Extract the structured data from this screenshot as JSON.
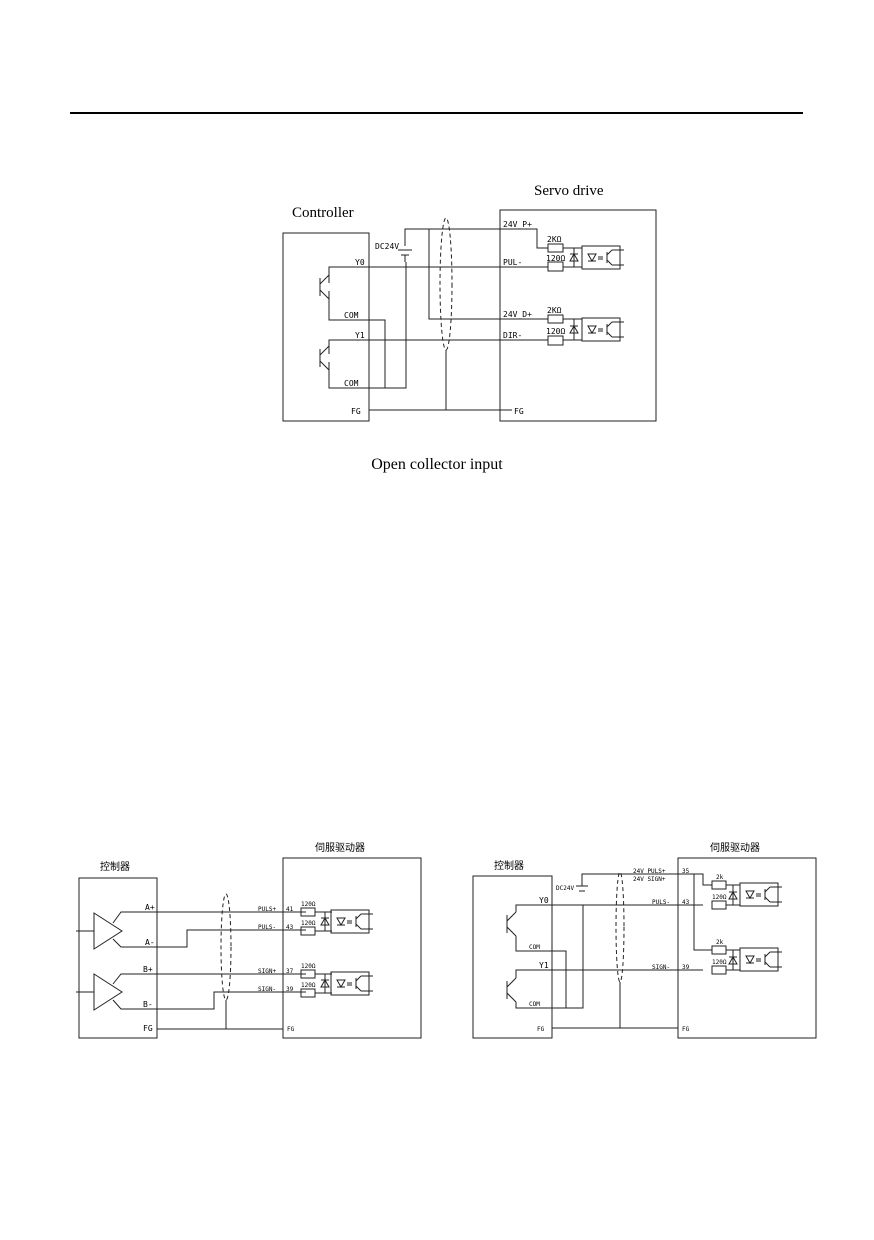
{
  "top_diagram": {
    "controller_label": "Controller",
    "servo_label": "Servo drive",
    "caption": "Open collector input",
    "power": "DC24V",
    "controller_pins": {
      "y0": "Y0",
      "com1": "COM",
      "y1": "Y1",
      "com2": "COM",
      "fg": "FG"
    },
    "servo_pins": {
      "p_plus": "24V_P+",
      "pul_minus": "PUL-",
      "d_plus": "24V_D+",
      "dir_minus": "DIR-",
      "fg": "FG"
    },
    "resistors": {
      "r1": "2KΩ",
      "r2": "120Ω",
      "r3": "2KΩ",
      "r4": "120Ω"
    }
  },
  "bottom_left_diagram": {
    "controller_label": "控制器",
    "servo_label": "伺服驱动器",
    "controller_pins": {
      "a_plus": "A+",
      "a_minus": "A-",
      "b_plus": "B+",
      "b_minus": "B-",
      "fg": "FG"
    },
    "servo_pins": {
      "puls_plus": "PULS+",
      "puls_plus_no": "41",
      "puls_minus": "PULS-",
      "puls_minus_no": "43",
      "sign_plus": "SIGN+",
      "sign_plus_no": "37",
      "sign_minus": "SIGN-",
      "sign_minus_no": "39",
      "fg": "FG"
    },
    "resistors": {
      "r1": "120Ω",
      "r2": "120Ω",
      "r3": "120Ω",
      "r4": "120Ω"
    }
  },
  "bottom_right_diagram": {
    "controller_label": "控制器",
    "servo_label": "伺服驱动器",
    "power": "DC24V",
    "controller_pins": {
      "y0": "Y0",
      "com1": "COM",
      "y1": "Y1",
      "com2": "COM",
      "fg": "FG"
    },
    "servo_pins": {
      "puls_plus": "24V PULS+",
      "sign_plus": "24V SIGN+",
      "plus_no": "35",
      "puls_minus": "PULS-",
      "puls_minus_no": "43",
      "sign_minus": "SIGN-",
      "sign_minus_no": "39",
      "fg": "FG"
    },
    "resistors": {
      "r1": "2k",
      "r2": "120Ω",
      "r3": "2k",
      "r4": "120Ω"
    }
  }
}
